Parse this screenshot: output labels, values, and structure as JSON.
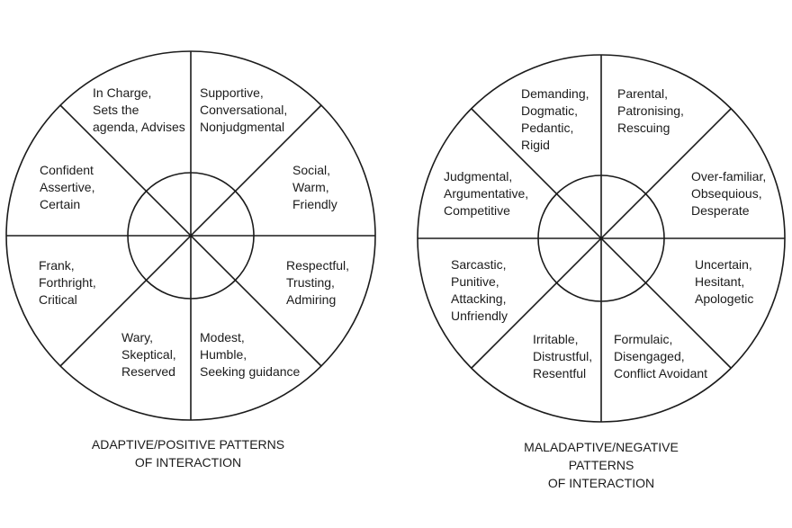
{
  "diagram": {
    "line_color": "#1b1b1b",
    "background_color": "#ffffff"
  },
  "wheels": [
    {
      "id": "adaptive",
      "caption": "ADAPTIVE/POSITIVE PATTERNS\nOF INTERACTION",
      "sectors": [
        {
          "position": "upper-left",
          "label": "In Charge,\nSets the\nagenda, Advises"
        },
        {
          "position": "upper-right",
          "label": "Supportive,\nConversational,\nNonjudgmental"
        },
        {
          "position": "right-upper",
          "label": "Social,\nWarm,\nFriendly"
        },
        {
          "position": "right-lower",
          "label": "Respectful,\nTrusting,\nAdmiring"
        },
        {
          "position": "lower-right",
          "label": "Modest,\nHumble,\nSeeking guidance"
        },
        {
          "position": "lower-left",
          "label": "Wary,\nSkeptical,\nReserved"
        },
        {
          "position": "left-lower",
          "label": "Frank,\nForthright,\nCritical"
        },
        {
          "position": "left-upper",
          "label": "Confident\nAssertive,\nCertain"
        }
      ]
    },
    {
      "id": "maladaptive",
      "caption": "MALADAPTIVE/NEGATIVE PATTERNS\nOF INTERACTION",
      "sectors": [
        {
          "position": "upper-left",
          "label": "Demanding,\nDogmatic,\nPedantic,\nRigid"
        },
        {
          "position": "upper-right",
          "label": "Parental,\nPatronising,\nRescuing"
        },
        {
          "position": "right-upper",
          "label": "Over-familiar,\nObsequious,\nDesperate"
        },
        {
          "position": "right-lower",
          "label": "Uncertain,\nHesitant,\nApologetic"
        },
        {
          "position": "lower-right",
          "label": "Formulaic,\nDisengaged,\nConflict Avoidant"
        },
        {
          "position": "lower-left",
          "label": "Irritable,\nDistrustful,\nResentful"
        },
        {
          "position": "left-lower",
          "label": "Sarcastic,\nPunitive,\nAttacking,\nUnfriendly"
        },
        {
          "position": "left-upper",
          "label": "Judgmental,\nArgumentative,\nCompetitive"
        }
      ]
    }
  ]
}
